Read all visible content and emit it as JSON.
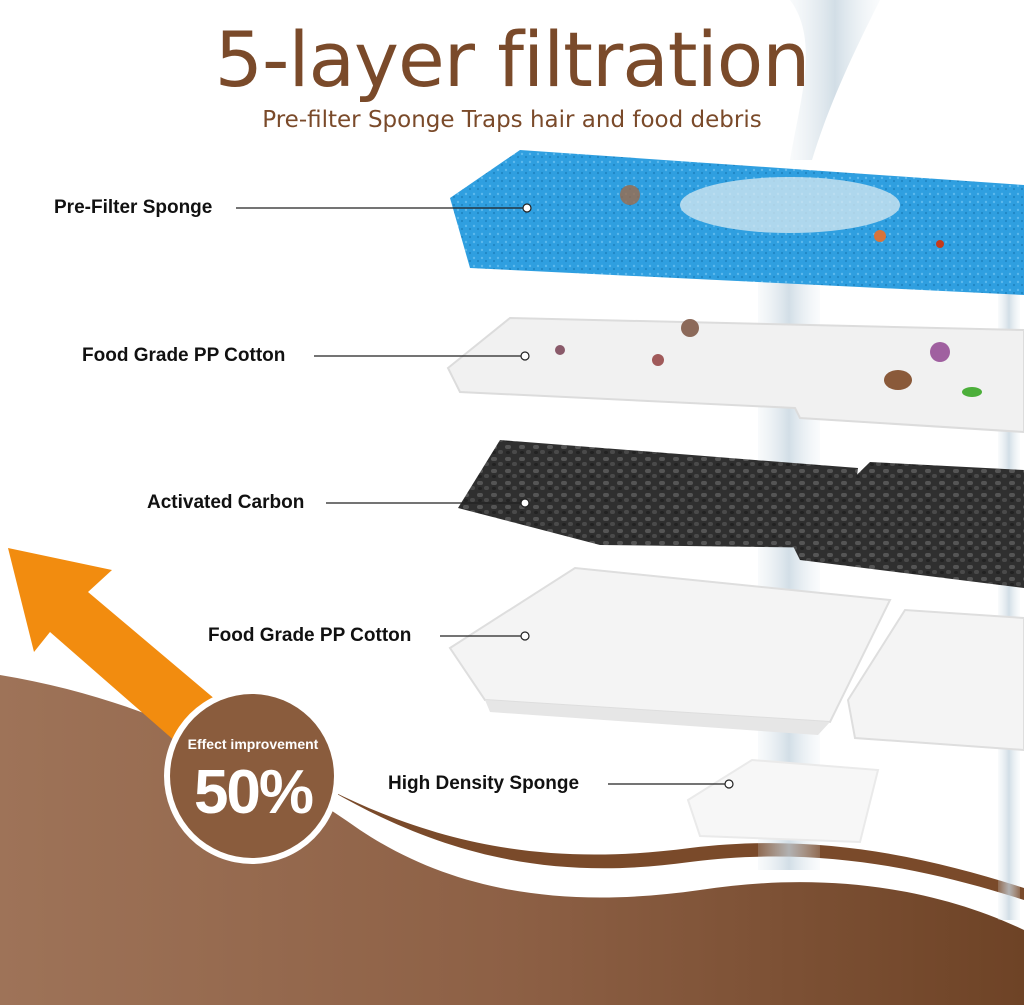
{
  "header": {
    "title": "5-layer filtration",
    "subtitle": "Pre-filter Sponge Traps hair and food debris"
  },
  "layers": [
    {
      "label": "Pre-Filter Sponge"
    },
    {
      "label": "Food Grade PP Cotton"
    },
    {
      "label": "Activated Carbon"
    },
    {
      "label": "Food Grade PP Cotton"
    },
    {
      "label": "High Density Sponge"
    }
  ],
  "badge": {
    "caption": "Effect improvement",
    "value": "50%"
  },
  "colors": {
    "title": "#7a4a2a",
    "sponge_blue": "#2f9fe0",
    "arrow_orange": "#f28c0f",
    "wave_brown": "#8b5d3f",
    "carbon": "#3a3a3a"
  }
}
